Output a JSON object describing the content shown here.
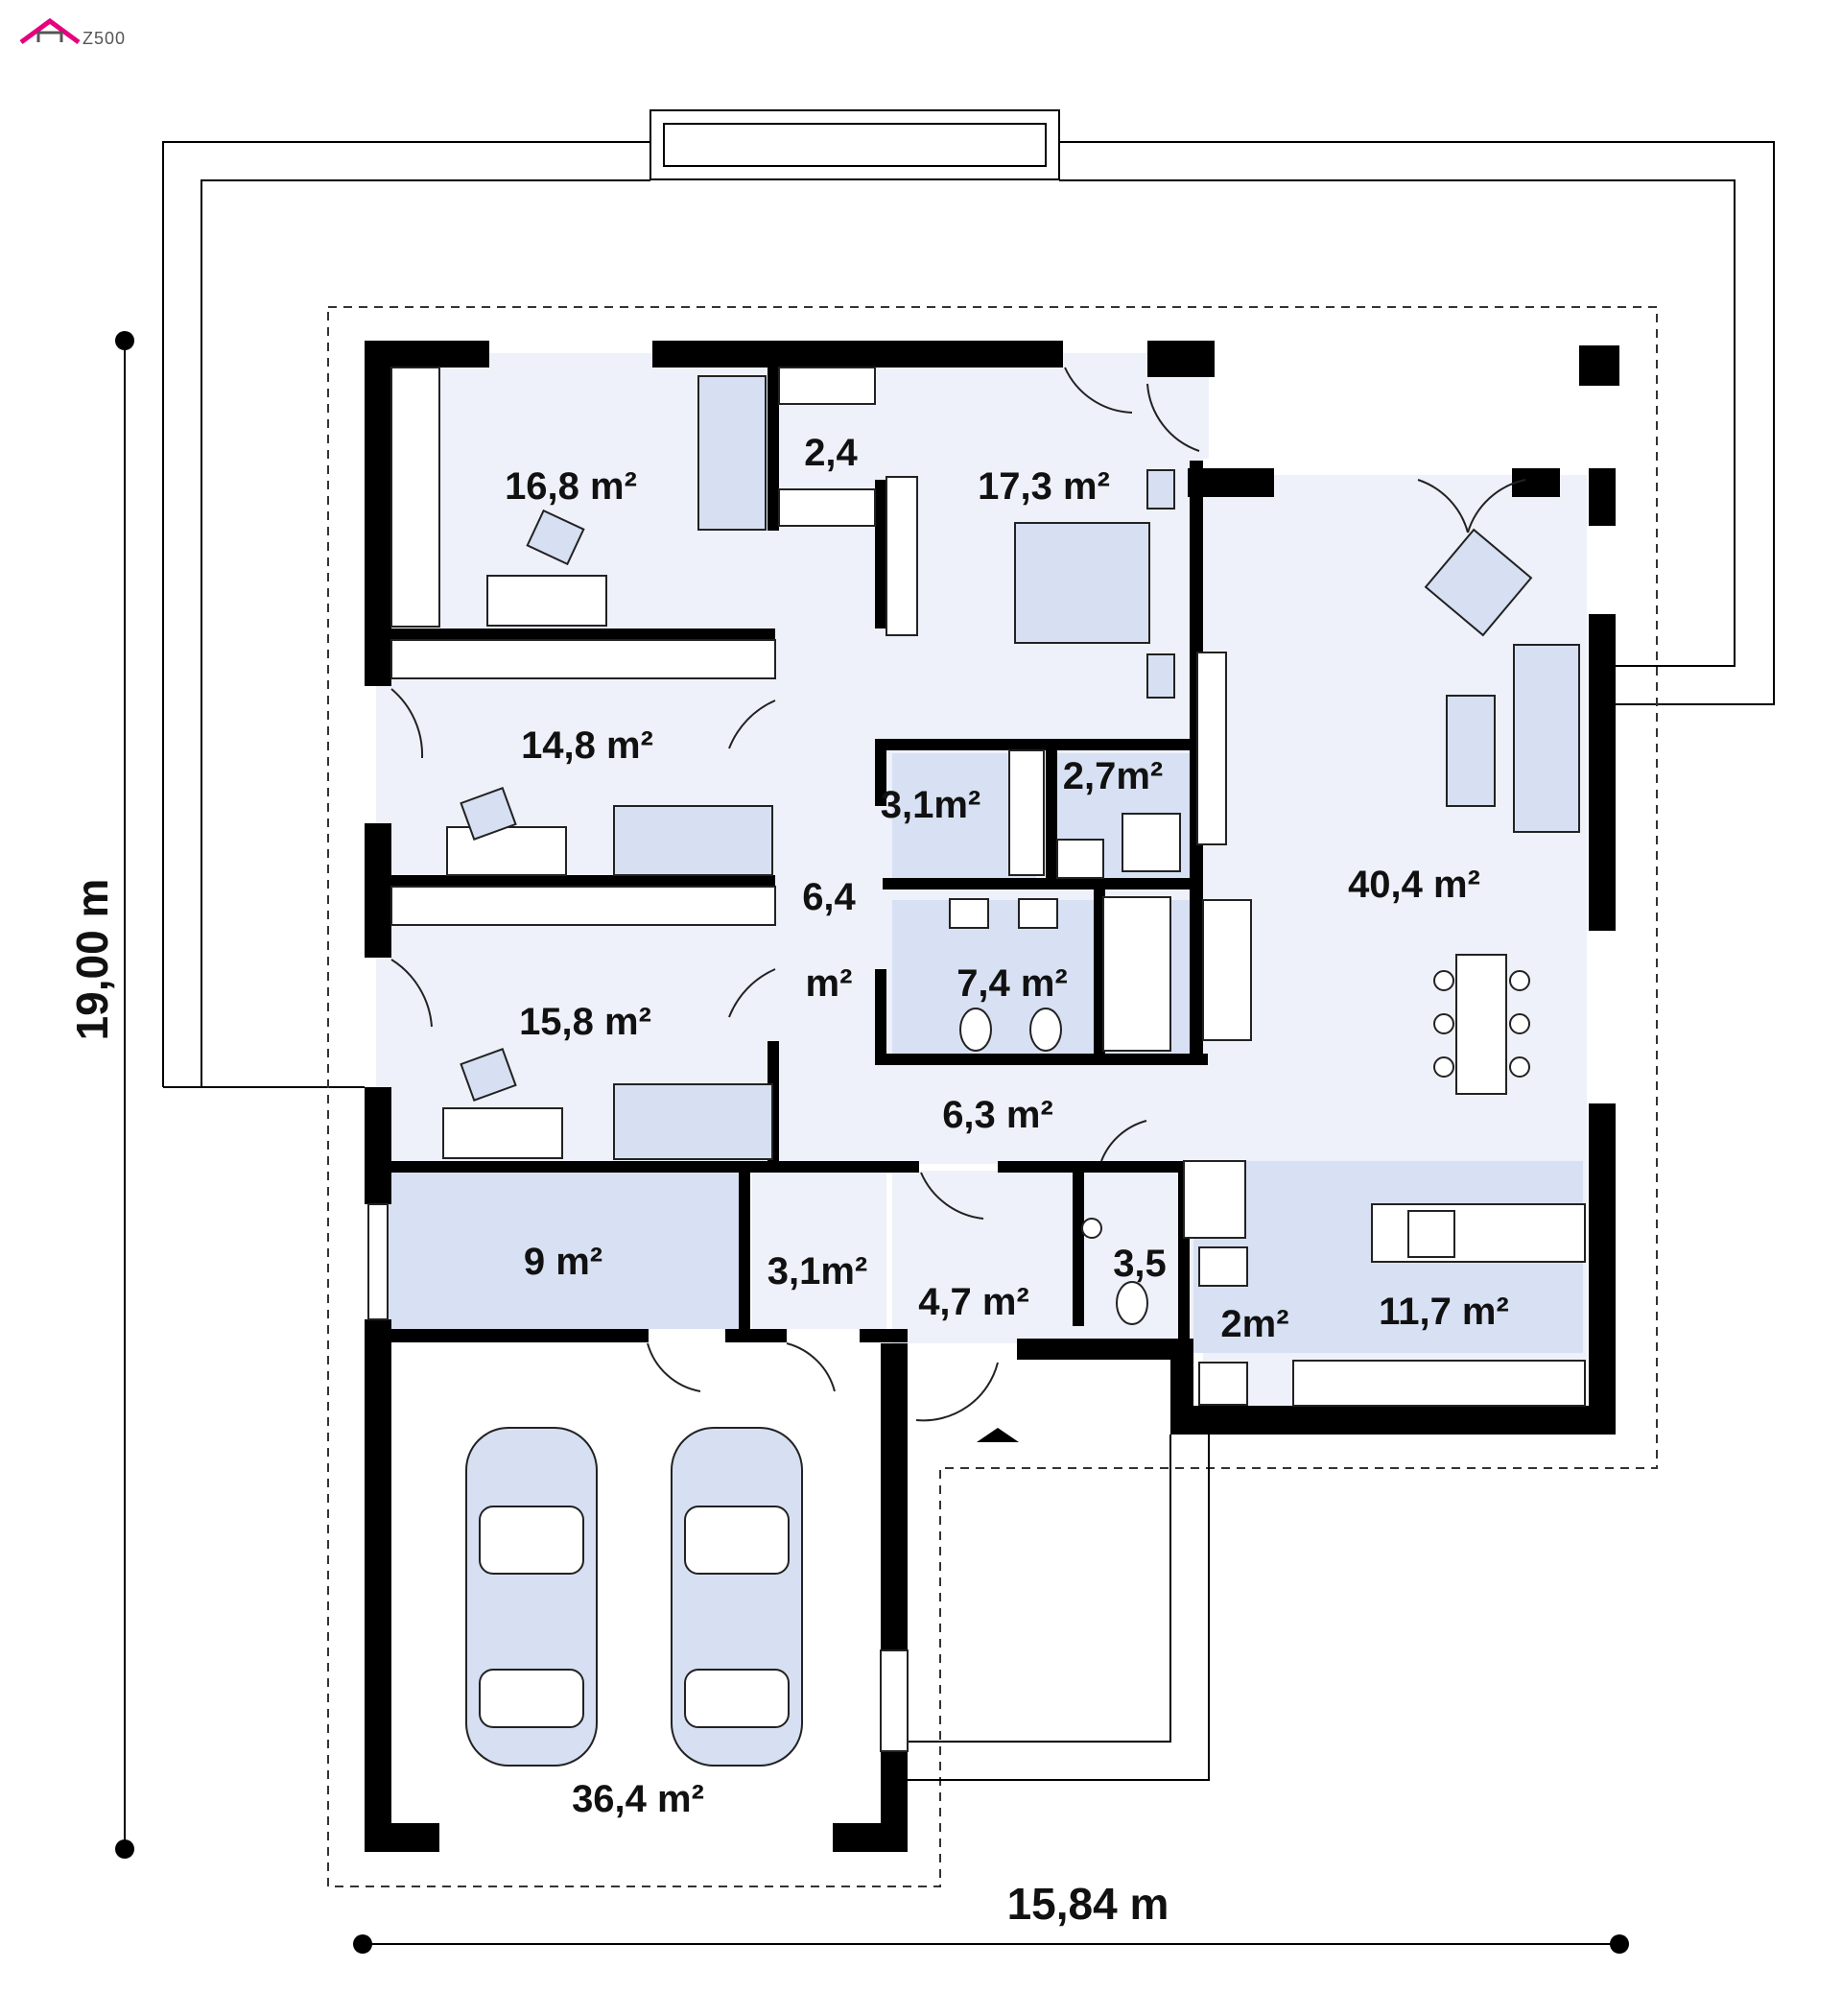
{
  "brand": {
    "logo_text": "Z500",
    "accent_color": "#e6007e"
  },
  "colors": {
    "floor": "#eef1f9",
    "wet_floor": "#d8e1f3",
    "wall": "#000000"
  },
  "dimensions": {
    "height": "19,00 m",
    "width": "15,84 m"
  },
  "rooms": {
    "bedroom_nw": "16,8 m²",
    "closet_2_4": "2,4",
    "bedroom_master": "17,3 m²",
    "bedroom_w1": "14,8 m²",
    "bathroom_small_1": "3,1m²",
    "bathroom_small_2": "2,7m²",
    "hall_6_4_a": "6,4",
    "hall_6_4_b": "m²",
    "bathroom_main": "7,4 m²",
    "bedroom_w2": "15,8 m²",
    "living": "40,4 m²",
    "hall_6_3": "6,3 m²",
    "utility_9": "9 m²",
    "storage_3_1": "3,1m²",
    "entry_4_7": "4,7 m²",
    "wc_3_5": "3,5",
    "pantry_2": "2m²",
    "kitchen": "11,7 m²",
    "garage": "36,4 m²"
  }
}
